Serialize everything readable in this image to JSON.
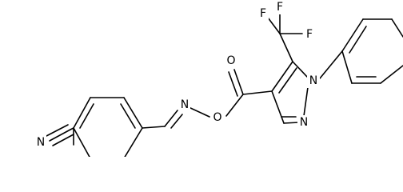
{
  "structure": {
    "atoms": [
      {
        "id": "n_nitrile",
        "label": "N"
      },
      {
        "id": "n_oxime",
        "label": "N"
      },
      {
        "id": "o_ester_single",
        "label": "O"
      },
      {
        "id": "o_carbonyl",
        "label": "O"
      },
      {
        "id": "f_left",
        "label": "F"
      },
      {
        "id": "f_top",
        "label": "F"
      },
      {
        "id": "f_right",
        "label": "F"
      },
      {
        "id": "n_pyrazole_1",
        "label": "N"
      },
      {
        "id": "n_pyrazole_2",
        "label": "N"
      }
    ]
  }
}
